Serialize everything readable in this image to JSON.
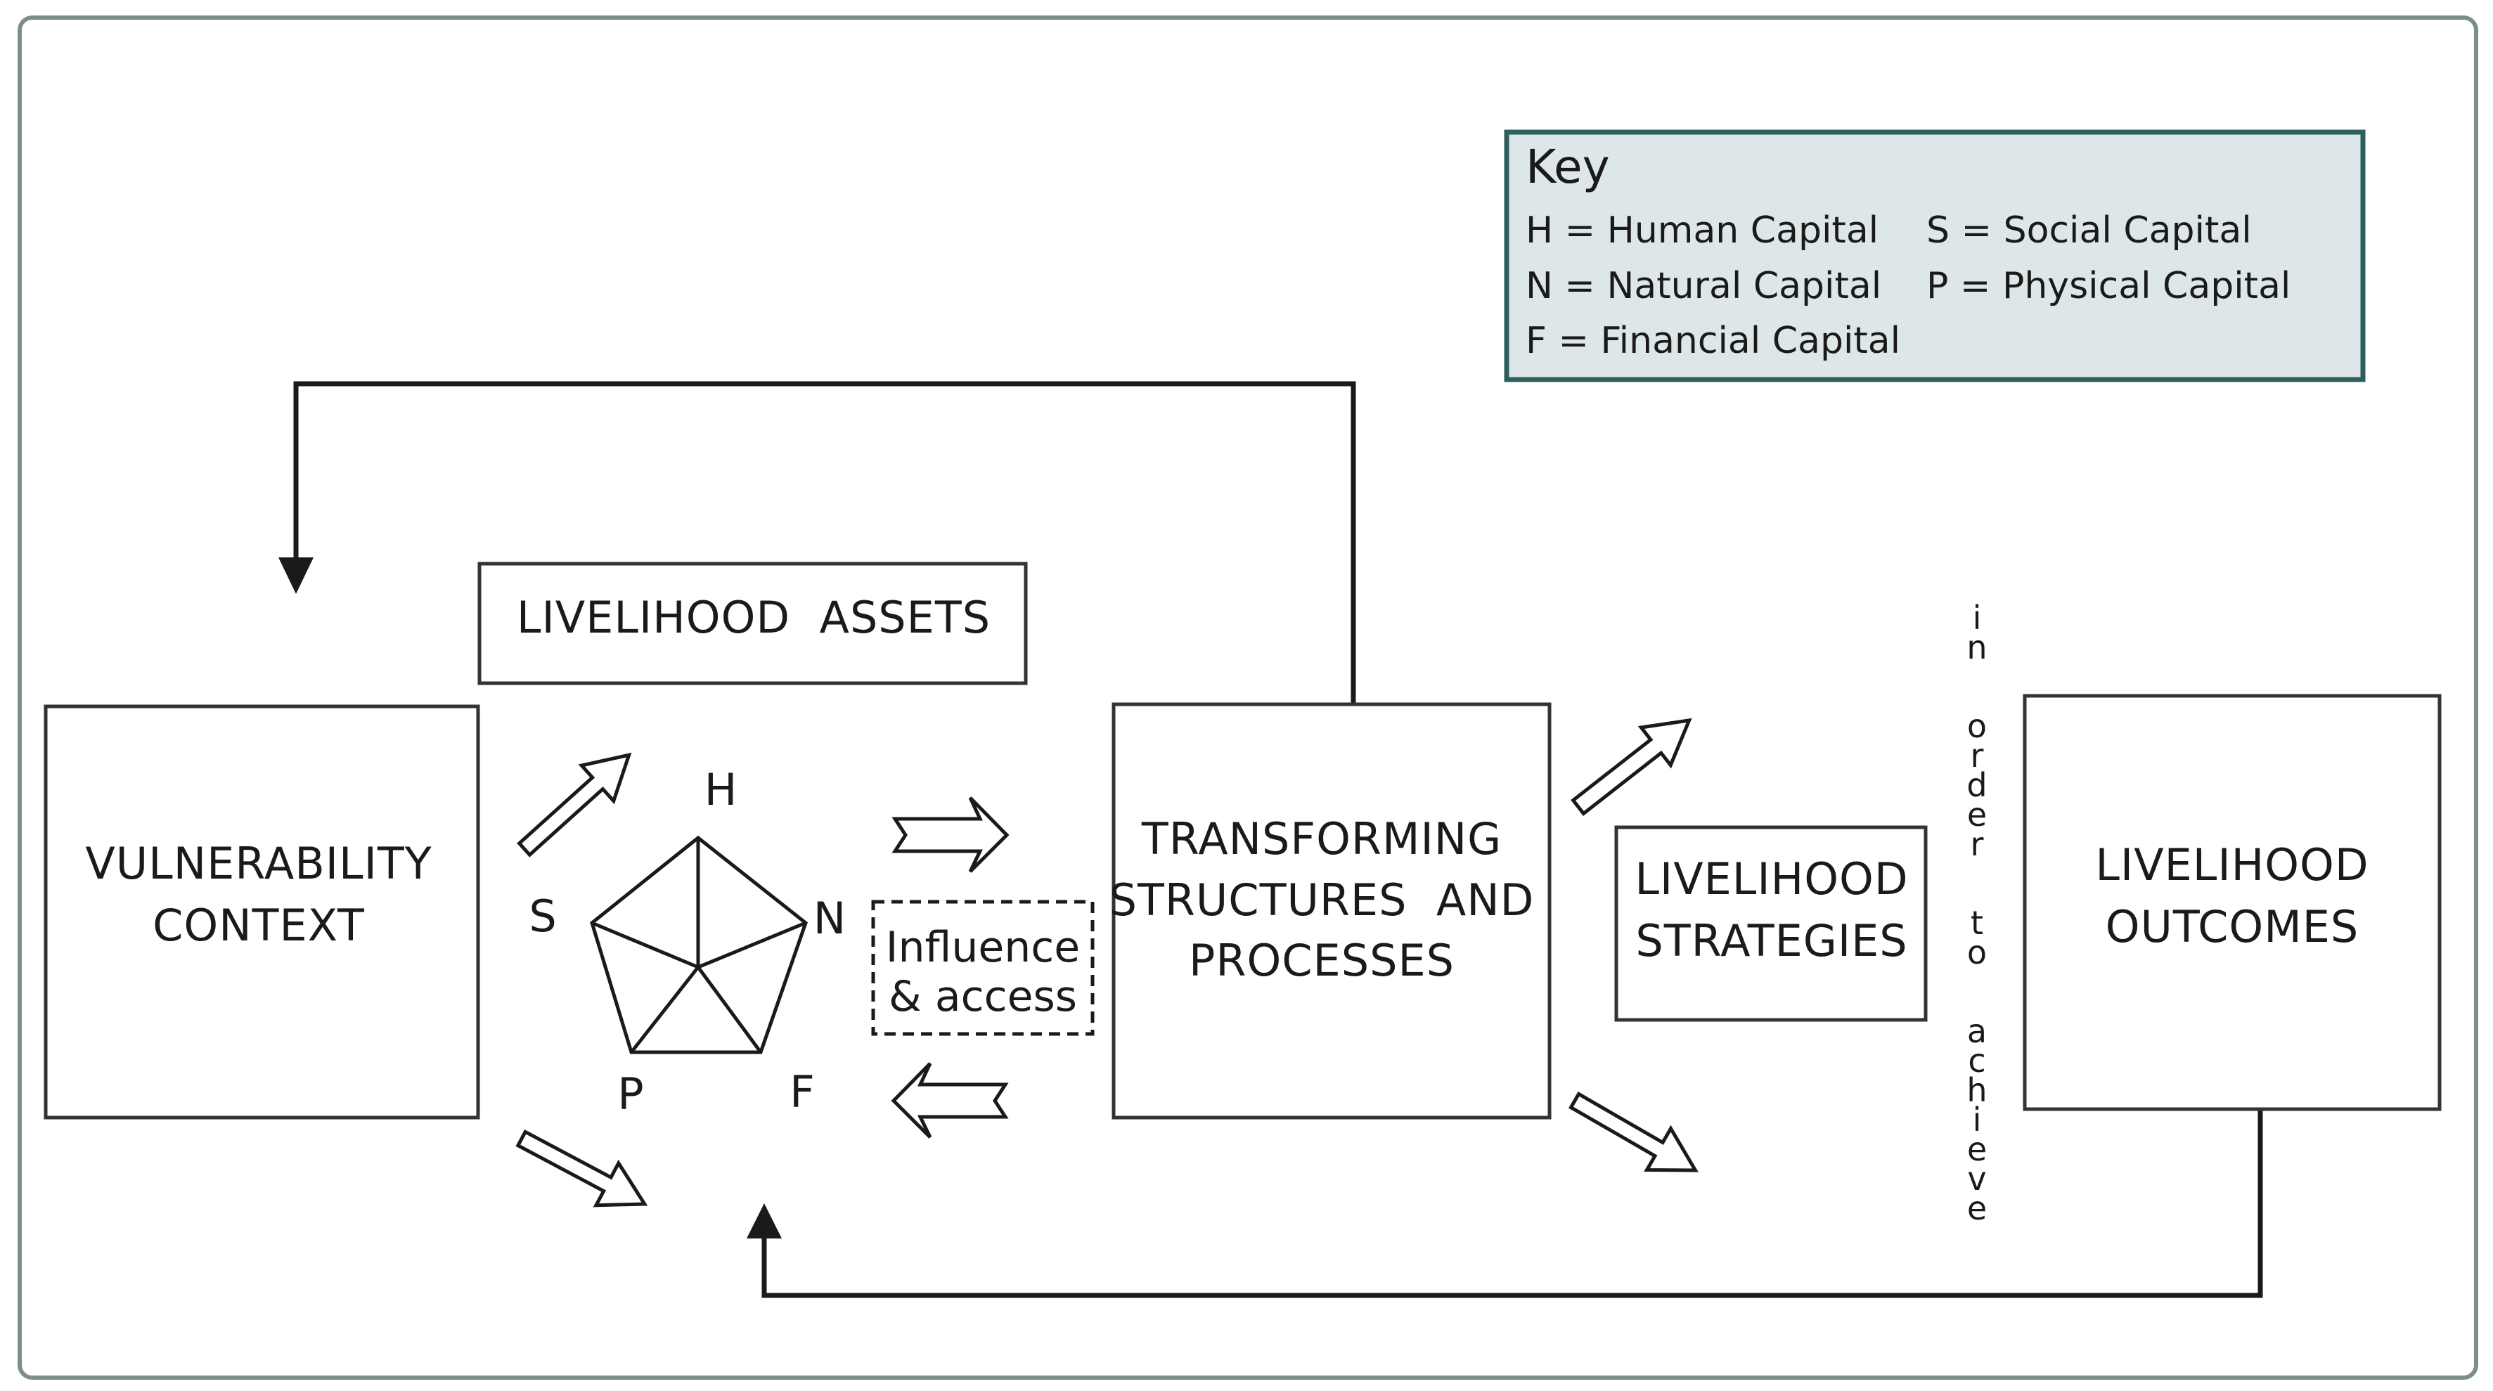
{
  "colors": {
    "frame": "#7a8e8a",
    "key_fill": "#dde7e8",
    "key_stroke": "#2f5f5d",
    "line": "#1a1a1a",
    "box_stroke": "#333333"
  },
  "key": {
    "title": "Key",
    "items": [
      "H = Human Capital",
      "S = Social Capital",
      "N = Natural Capital",
      "P = Physical Capital",
      "F = Financial Capital"
    ]
  },
  "boxes": {
    "vulnerability": [
      "VULNERABILITY",
      "CONTEXT"
    ],
    "assets": "LIVELIHOOD  ASSETS",
    "transforming": [
      "TRANSFORMING",
      "STRUCTURES  AND",
      "PROCESSES"
    ],
    "strategies": [
      "LIVELIHOOD",
      "STRATEGIES"
    ],
    "outcomes": [
      "LIVELIHOOD",
      "OUTCOMES"
    ]
  },
  "influence": [
    "Influence",
    "& access"
  ],
  "capitals": {
    "h": "H",
    "n": "N",
    "f": "F",
    "p": "P",
    "s": "S"
  },
  "vertical_text": "in order to achieve",
  "icons": {
    "feedback_top": "arrow-down-icon",
    "feedback_bottom": "arrow-up-icon",
    "flow": "hollow-arrow-icon",
    "pentagon": "asset-pentagon-icon"
  }
}
